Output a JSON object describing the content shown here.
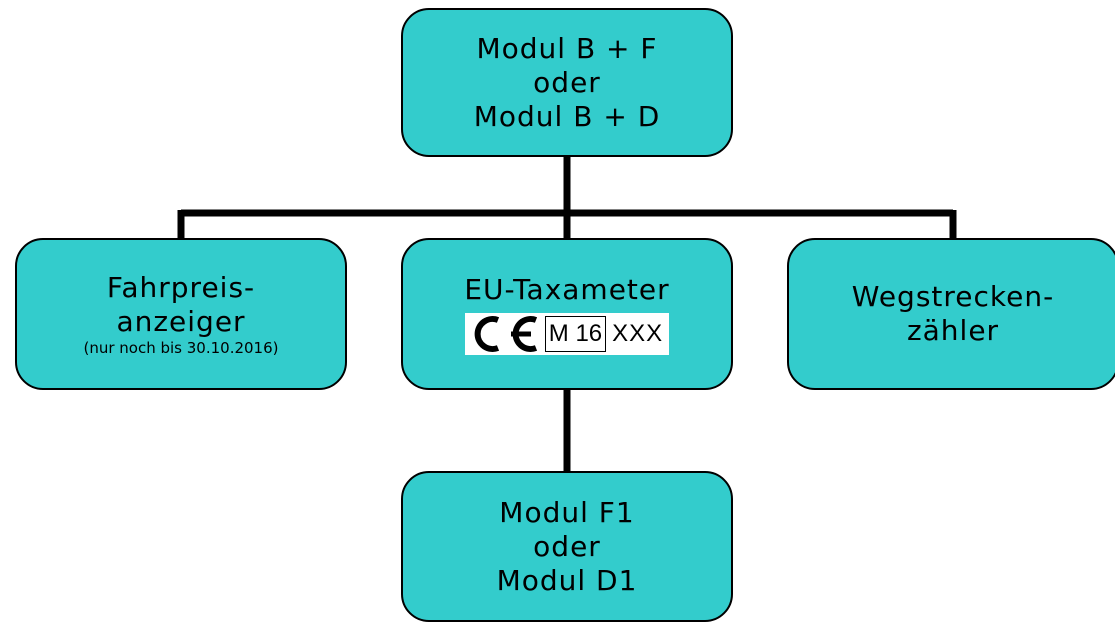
{
  "nodes": {
    "top": {
      "lines": [
        "Modul B + F",
        "oder",
        "Modul B + D"
      ]
    },
    "left": {
      "lines": [
        "Fahrpreis-",
        "anzeiger"
      ],
      "note": "(nur noch bis 30.10.2016)"
    },
    "center": {
      "title": "EU-Taxameter",
      "marking": {
        "ce": "CE",
        "box": "M 16",
        "suffix": "XXX"
      }
    },
    "right": {
      "lines": [
        "Wegstrecken-",
        "zähler"
      ]
    },
    "bottom": {
      "lines": [
        "Modul F1",
        "oder",
        "Modul D1"
      ]
    }
  },
  "colors": {
    "node_fill": "#33cccc",
    "border": "#000000",
    "connector": "#000000"
  }
}
